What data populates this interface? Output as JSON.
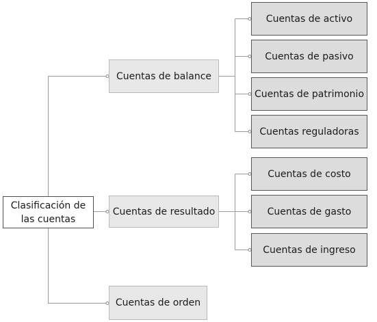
{
  "root": {
    "label_line1": "Clasificación de",
    "label_line2": "las cuentas"
  },
  "groups": [
    {
      "label": "Cuentas de balance",
      "children": [
        "Cuentas de activo",
        "Cuentas de pasivo",
        "Cuentas de patrimonio",
        "Cuentas reguladoras"
      ]
    },
    {
      "label": "Cuentas de resultado",
      "children": [
        "Cuentas de costo",
        "Cuentas de gasto",
        "Cuentas de ingreso"
      ]
    },
    {
      "label": "Cuentas de orden",
      "children": []
    }
  ],
  "colors": {
    "line": "#9a9a9a",
    "root_fill": "#ffffff",
    "level1_fill": "#e8e8e8",
    "level2_fill": "#dcdcdc"
  }
}
